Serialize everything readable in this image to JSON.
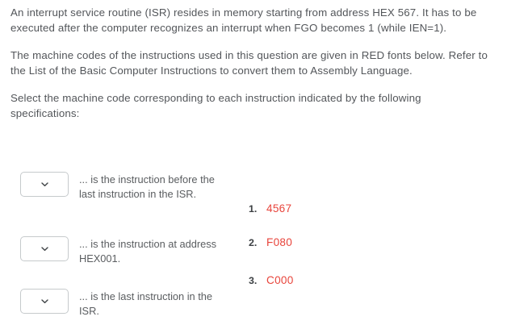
{
  "question": {
    "paragraphs": [
      "An interrupt service routine (ISR) resides in memory starting from address HEX 567. It has to be executed after the computer recognizes an interrupt when FGO becomes 1 (while IEN=1).",
      "The machine codes of the instructions used in this question are given in RED fonts below. Refer to the List of the Basic Computer Instructions to convert them to Assembly Language.",
      "Select the machine code corresponding to each instruction indicated by the following specifications:"
    ]
  },
  "items": [
    {
      "dropdown_value": "",
      "dropdown_icon": "chevron-down-icon",
      "prompt": "... is the instruction before the last instruction in the ISR."
    },
    {
      "dropdown_value": "",
      "dropdown_icon": "chevron-down-icon",
      "prompt": "... is the instruction at address HEX001."
    },
    {
      "dropdown_value": "",
      "dropdown_icon": "chevron-down-icon",
      "prompt": "... is the last instruction in the ISR."
    }
  ],
  "codes": [
    {
      "number": "1.",
      "value": "4567"
    },
    {
      "number": "2.",
      "value": "F080"
    },
    {
      "number": "3.",
      "value": "C000"
    }
  ],
  "colors": {
    "code_red": "#e8453c",
    "body_text": "#53565a",
    "number_text": "#3c4043",
    "dropdown_border": "#c6cacc",
    "background": "#ffffff"
  }
}
